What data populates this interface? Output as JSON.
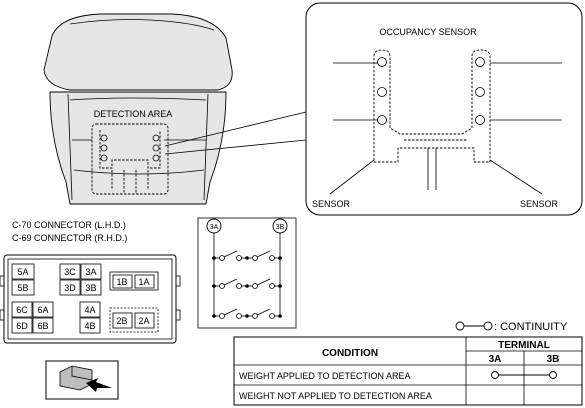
{
  "seat": {
    "detection_label": "DETECTION AREA"
  },
  "inset": {
    "title": "OCCUPANCY SENSOR",
    "sensor_left": "SENSOR",
    "sensor_right": "SENSOR"
  },
  "connector": {
    "title_lhd": "C-70 CONNECTOR (L.H.D.)",
    "title_rhd": "C-69 CONNECTOR (R.H.D.)",
    "pins": [
      "5A",
      "5B",
      "3C",
      "3A",
      "3D",
      "3B",
      "1B",
      "1A",
      "6C",
      "6A",
      "6D",
      "6B",
      "4A",
      "4B",
      "2B",
      "2A"
    ]
  },
  "schematic": {
    "terminal_a": "3A",
    "terminal_b": "3B"
  },
  "legend": {
    "text": ": CONTINUITY"
  },
  "table": {
    "condition_header": "CONDITION",
    "terminal_header": "TERMINAL",
    "col_a": "3A",
    "col_b": "3B",
    "rows": [
      {
        "condition": "WEIGHT APPLIED TO DETECTION AREA",
        "continuity": true
      },
      {
        "condition": "WEIGHT NOT APPLIED TO DETECTION AREA",
        "continuity": false
      }
    ]
  }
}
